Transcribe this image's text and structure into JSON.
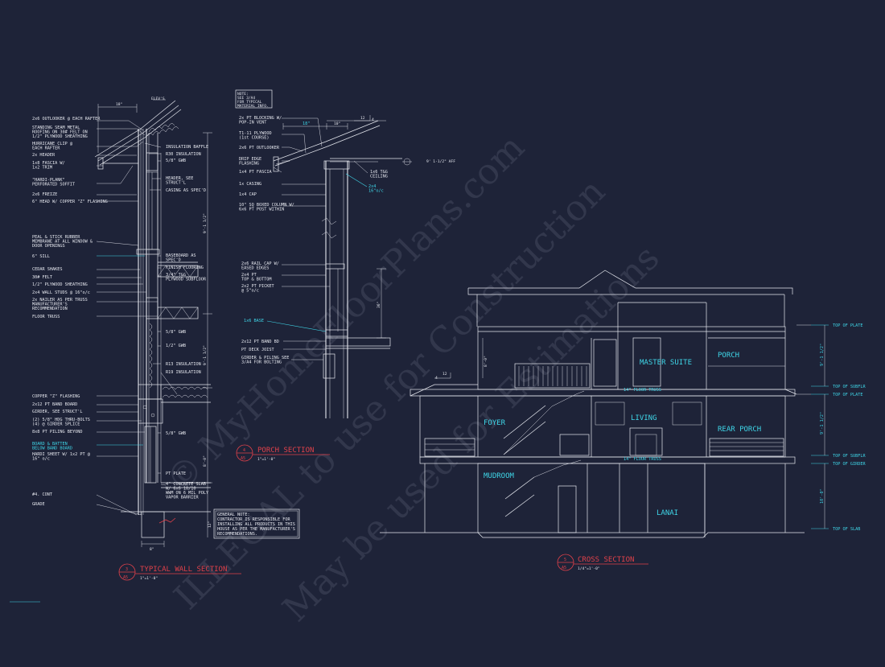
{
  "colors": {
    "background": "#1e2338",
    "linework": "#e6e8ef",
    "annotation_cyan": "#3fd6e8",
    "title_red": "#e0414a"
  },
  "watermark": {
    "line1": "© MyHomeFloorPlans.com",
    "line2": "ILLEGAL to use for Construction",
    "line3": "May be used for Estimations"
  },
  "wall_section": {
    "title": "TYPICAL WALL SECTION",
    "scale": "1\"=1'-0\"",
    "marker_top": "3",
    "marker_bottom": "A5",
    "dims": {
      "overhang": "18\"",
      "elev": "ELEV'S",
      "upper": "9'-1 1/2\"",
      "lower": "9'-1 1/2\"",
      "pile": "8'-0\"",
      "footing_w": "8\"",
      "footing_h": "12\""
    },
    "left_notes": [
      "2x6 OUTLOOKER @ EACH RAFTER",
      "STANDING SEAM METAL",
      "ROOFING ON 30# FELT ON",
      "1/2\" PLYWOOD SHEATHING",
      "HURRICANE CLIP @",
      "EACH RAFTER",
      "2x HEADER",
      "1x8 FASCIA W/",
      "1x2 TRIM",
      "\"HARDI-PLANK\"",
      "PERFORATED SOFFIT",
      "2x6 FREIZE",
      "6\" HEAD W/ COPPER \"Z\" FLASHING",
      "PEAL & STICK RUBBER",
      "MEMBRANE AT ALL WINDOW &",
      "DOOR OPENINGS",
      "6\" SILL",
      "CEDAR SHAKES",
      "30# FELT",
      "1/2\" PLYWOOD SHEATHING",
      "2x4 WALL STUDS @ 16\"o/c",
      "2x NAILER AS PER TRUSS",
      "MANUFACTURER'S",
      "RECOMMENDATION",
      "FLOOR TRUSS",
      "COPPER \"Z\" FLASHING",
      "2x12 PT BAND BOARD",
      "GIRDER, SEE STRUCT'L",
      "(2) 5/8\" HDG THRU-BOLTS",
      "(4) @ GIRDER SPLICE",
      "8x8 PT PILING BEYOND",
      "BOARD & BATTEN",
      "BELOW BAND BOARD",
      "HARDI SHEET W/ 1x2 PT @",
      "16\" o/c",
      "#4. CONT",
      "GRADE"
    ],
    "right_notes": [
      "INSULATION BAFFLE",
      "R30 INSULATION",
      "5/8\" GWB",
      "HEADER, SEE",
      "STRUCT'L",
      "CASING AS SPEC'D",
      "BASEBOARD AS",
      "SPEC'D",
      "FINISH FLOORING",
      "3/4\" T&G",
      "PLYWOOD SUBFLOOR",
      "5/8\" GWB",
      "1/2\" GWB",
      "R13 INSULATION",
      "R19 INSULATION",
      "5/8\" GWB",
      "PT PLATE",
      "4\" CONCRETE SLAB",
      "W/ 6x6 10/10",
      "WWM ON 6 MIL POLY",
      "VAPOR BARRIER"
    ],
    "general_note": [
      "GENERAL NOTE:",
      "CONTRACTOR IS RESPONSIBLE FOR",
      "INSTALLING ALL PRODUCTS IN THIS",
      "HOUSE AS PER THE MANUFACTURER'S",
      "RECOMMENDATIONS."
    ]
  },
  "porch_section": {
    "title": "PORCH SECTION",
    "scale": "1\"=1'-0\"",
    "marker_top": "4",
    "marker_bottom": "A5",
    "note": [
      "NOTE:",
      "SEE 3/A4",
      "FOR TYPICAL",
      "MATERIAL INFO."
    ],
    "dims": {
      "overhang": "18\"",
      "col": "10\"",
      "pitch": "12",
      "pitch_rise": "4",
      "height": "9' 1-1/2\" AFF",
      "rail": "36\""
    },
    "notes": [
      "2x PT BLOCKING W/",
      "POP-IN VENT",
      "T1-11 PLYWOOD",
      "(1st COURSE)",
      "2x6 PT OUTLOOKER",
      "DRIP EDGE",
      "FLASHING",
      "1x4 PT FASCIA",
      "1x CASING",
      "1x4 CAP",
      "10\" SQ BOXED COLUMN W/",
      "6x6 PT POST WITHIN",
      "2x6 RAIL CAP W/",
      "EASED EDGES",
      "2x4 PT",
      "TOP & BOTTOM",
      "2x2 PT PICKET",
      "@ 5\"o/c",
      "1x6 BASE",
      "2x12 PT BAND BD",
      "PT DECK JOIST",
      "GIRDER & PILING SEE",
      "3/A4 FOR BOLTING",
      "1x6 T&G",
      "CEILING",
      "2x4",
      "16\"o/c"
    ]
  },
  "cross_section": {
    "title": "CROSS SECTION",
    "scale": "1/4\"=1'-0\"",
    "marker_top": "5",
    "marker_bottom": "A5",
    "rooms": [
      "MASTER SUITE",
      "PORCH",
      "FOYER",
      "LIVING",
      "REAR PORCH",
      "MUDROOM",
      "LANAI"
    ],
    "truss_labels": [
      "14\" FLOOR TRUSS",
      "14\" FLOOR TRUSS"
    ],
    "pitch": {
      "run": "12",
      "rise": "4"
    },
    "level_labels": [
      "TOP OF PLATE",
      "TOP OF SUBFLR",
      "TOP OF PLATE",
      "TOP OF SUBFLR",
      "TOP OF GIRDER",
      "TOP OF SLAB"
    ],
    "heights": [
      "9'-1 1/2\"",
      "9'-1 1/2\"",
      "10'-0\""
    ],
    "left_dim": "8'-0\""
  }
}
